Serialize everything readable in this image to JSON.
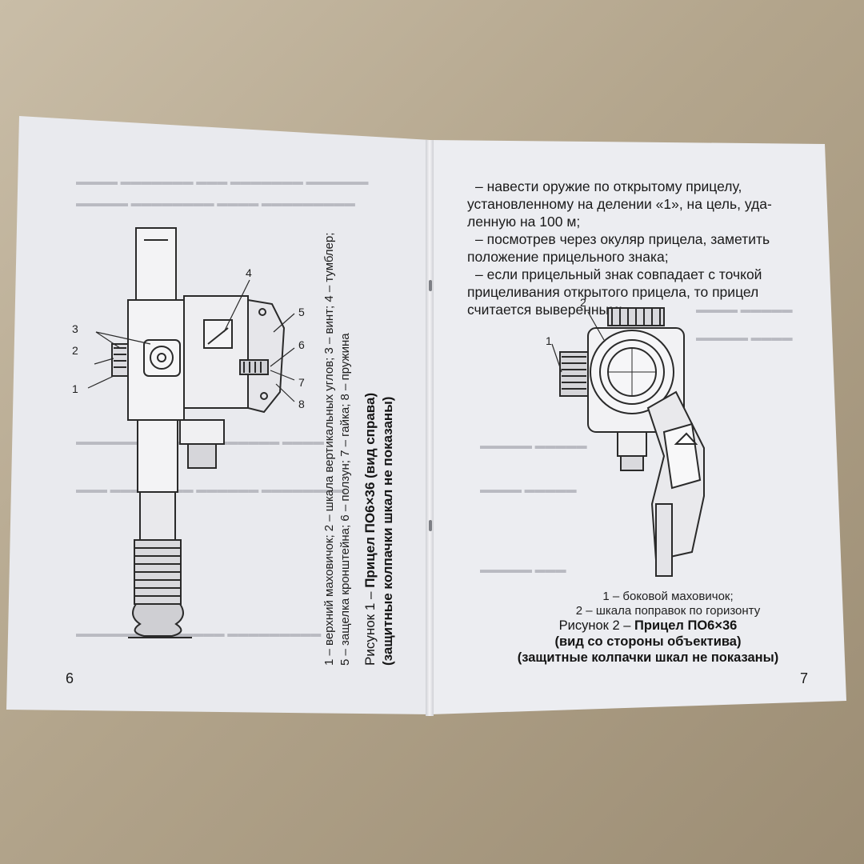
{
  "left_page": {
    "page_number": "6",
    "figure_legend_line1": "1 – верхний маховичок; 2 – шкала вертикальных углов; 3 – винт; 4 – тумблер;",
    "figure_legend_line2": "5 – защелка кронштейна; 6 – ползун; 7 – гайка; 8 – пружина",
    "figure_title_prefix": "Рисунок 1 – ",
    "figure_title_bold": "Прицел ПО6×36 (вид справа)",
    "figure_title_line2": "(защитные колпачки шкал не показаны)",
    "callouts": [
      "1",
      "2",
      "3",
      "4",
      "5",
      "6",
      "7",
      "8"
    ]
  },
  "right_page": {
    "page_number": "7",
    "paragraphs": [
      "– навести оружие по открытому прицелу,",
      "установленному на делении «1», на цель, уда-",
      "ленную на 100 м;",
      "– посмотрев через окуляр прицела, заметить",
      "положение прицельного знака;",
      "– если прицельный знак совпадает с точкой",
      "прицеливания открытого прицела, то прицел",
      "считается выверенным;"
    ],
    "figure_legend_line1": "1 – боковой маховичок;",
    "figure_legend_line2": "2 – шкала поправок по горизонту",
    "figure_title_prefix": "Рисунок 2 – ",
    "figure_title_bold": "Прицел ПО6×36",
    "figure_title_line2": "(вид со стороны объектива)",
    "figure_title_line3": "(защитные колпачки шкал не показаны)",
    "callouts": [
      "1",
      "2"
    ]
  }
}
